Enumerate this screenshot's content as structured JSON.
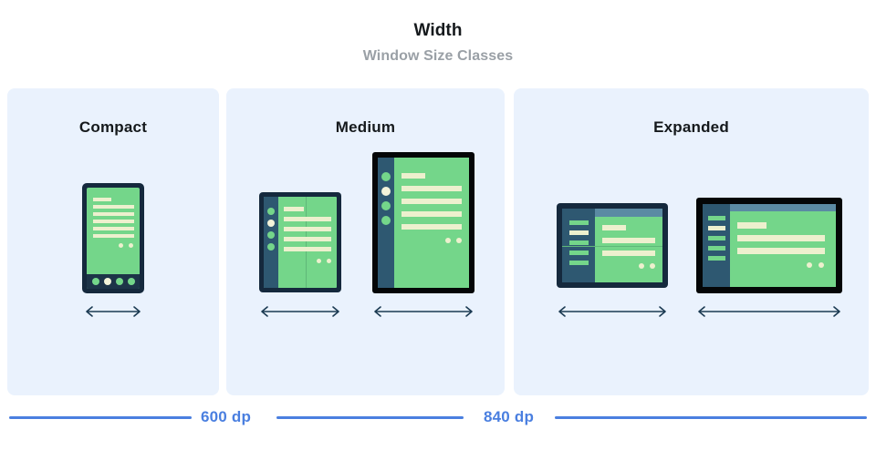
{
  "header": {
    "title": "Width",
    "subtitle": "Window Size Classes"
  },
  "panels": [
    {
      "id": "compact",
      "label": "Compact"
    },
    {
      "id": "medium",
      "label": "Medium"
    },
    {
      "id": "expanded",
      "label": "Expanded"
    }
  ],
  "breakpoints": [
    {
      "label": "600 dp"
    },
    {
      "label": "840 dp"
    }
  ],
  "icons": {
    "width_arrow": "double-headed-horizontal-arrow"
  },
  "colors": {
    "page_background": "#ffffff",
    "panel_background": "#eaf2fd",
    "title_text": "#15191c",
    "subtitle_text": "#9aa0a6",
    "breakpoint_blue": "#4a7fe0",
    "device_frame_navy": "#15293d",
    "device_frame_black": "#040607",
    "device_screen_green": "#74d68a",
    "device_rail_slate": "#2e5871",
    "device_content_cream": "#edf0ce",
    "device_topbar_blue": "#5b8aa3",
    "arrow_navy": "#1b3a52"
  },
  "devices": [
    {
      "name": "phone-compact",
      "panel": "compact",
      "form_factor": "phone-portrait"
    },
    {
      "name": "foldable-medium",
      "panel": "medium",
      "form_factor": "foldable-portrait"
    },
    {
      "name": "tablet-medium",
      "panel": "medium",
      "form_factor": "tablet-portrait"
    },
    {
      "name": "foldable-expanded",
      "panel": "expanded",
      "form_factor": "foldable-landscape"
    },
    {
      "name": "tablet-expanded",
      "panel": "expanded",
      "form_factor": "tablet-landscape"
    }
  ]
}
